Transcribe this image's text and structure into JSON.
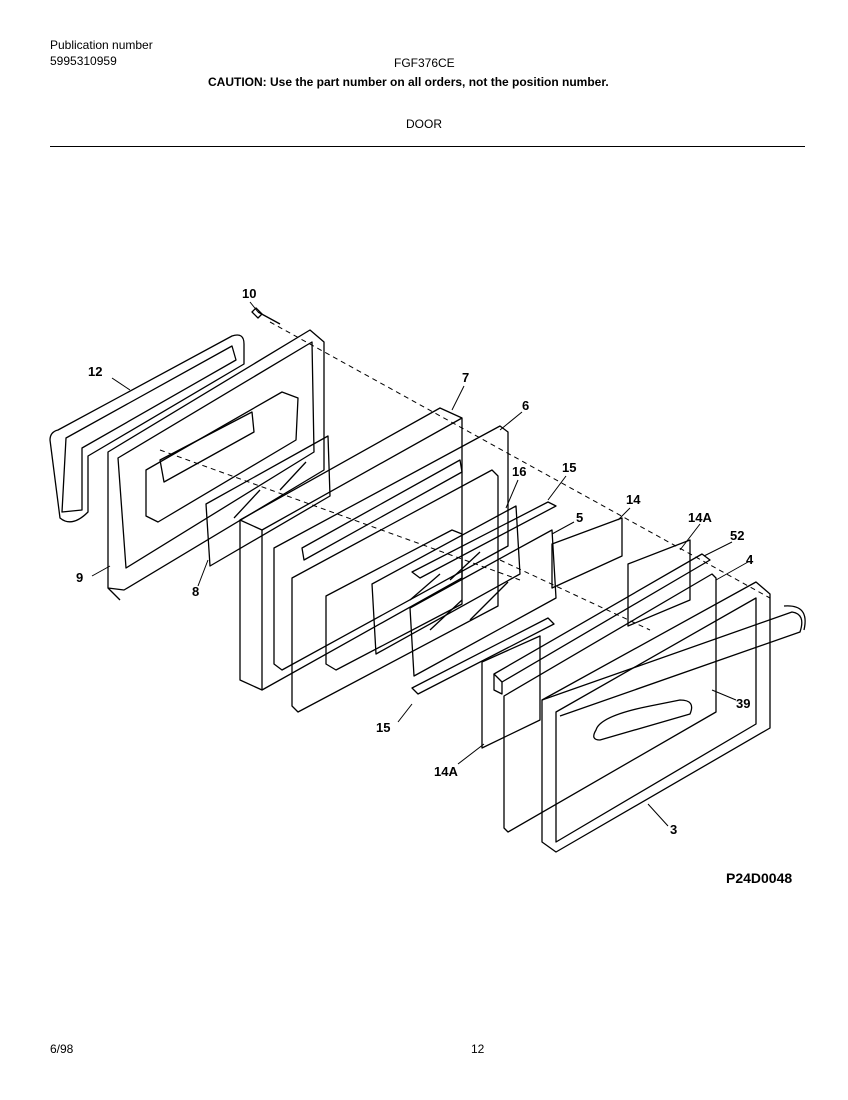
{
  "header": {
    "pub_label": "Publication number",
    "pub_number": "5995310959",
    "model": "FGF376CE",
    "caution": "CAUTION:  Use the part number on all orders, not the position number.",
    "section": "DOOR"
  },
  "diagram": {
    "code": "P24D0048",
    "parts": [
      "10",
      "12",
      "7",
      "6",
      "16",
      "15",
      "14",
      "14A",
      "52",
      "4",
      "5",
      "9",
      "8",
      "15",
      "39",
      "14A",
      "3"
    ]
  },
  "footer": {
    "date": "6/98",
    "page": "12"
  }
}
